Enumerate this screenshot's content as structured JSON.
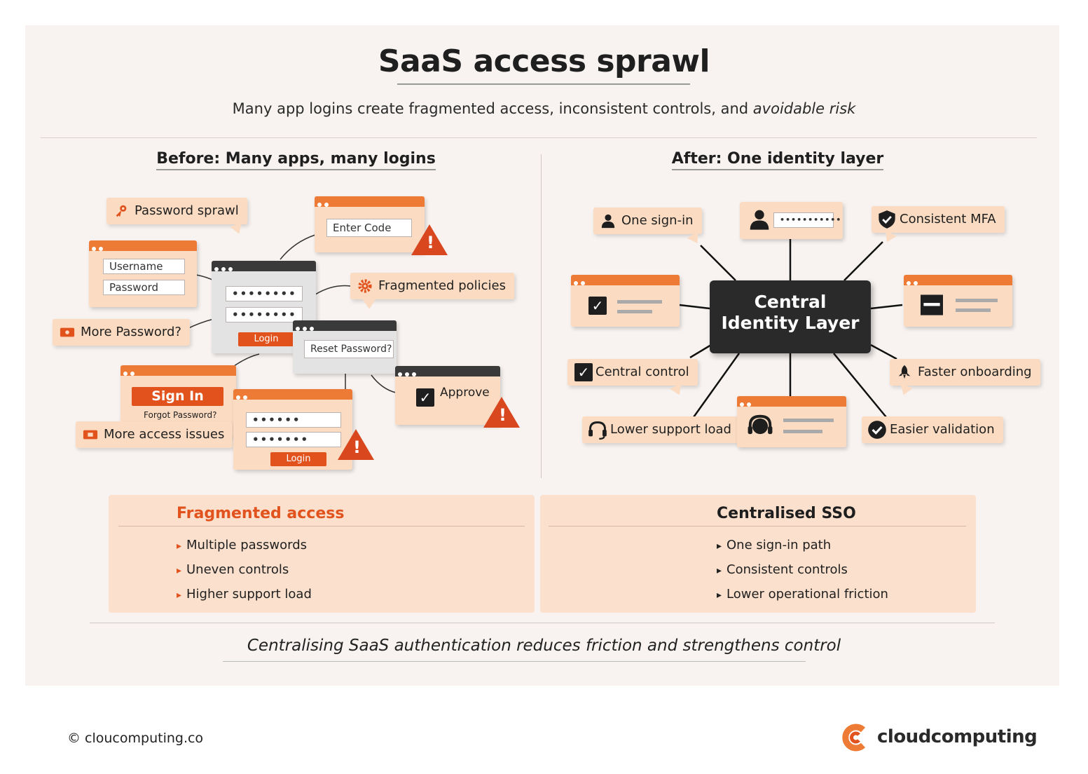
{
  "title": "SaaS access sprawl",
  "subtitle_main": "Many app logins create fragmented access, inconsistent controls, and",
  "subtitle_emphasis": "avoidable risk",
  "before": {
    "heading": "Before: Many apps, many logins",
    "tags": {
      "password_sprawl": "Password sprawl",
      "fragmented_policies": "Fragmented policies",
      "more_password": "More Password?",
      "more_access_issues": "More access issues"
    },
    "fields": {
      "username": "Username",
      "password": "Password",
      "enter_code": "Enter Code",
      "reset_password": "Reset Password?",
      "dots_long": "••••••••",
      "dots_short": "••••••",
      "dots_medium": "•••••••"
    },
    "buttons": {
      "login": "Login",
      "sign_in": "Sign In",
      "forgot_password": "Forgot Password?",
      "approve": "Approve"
    }
  },
  "after": {
    "heading": "After: One identity layer",
    "hub": {
      "line1": "Central",
      "line2": "Identity Layer"
    },
    "tags": {
      "one_sign_in": "One sign-in",
      "consistent_mfa": "Consistent MFA",
      "central_control": "Central control",
      "faster_onboarding": "Faster onboarding",
      "lower_support_load": "Lower support load",
      "easier_validation": "Easier validation"
    },
    "password_field": "•••••••••••"
  },
  "cards": {
    "left": {
      "title": "Fragmented access",
      "items": [
        "Multiple passwords",
        "Uneven controls",
        "Higher support load"
      ]
    },
    "right": {
      "title": "Centralised SSO",
      "items": [
        "One sign-in path",
        "Consistent controls",
        "Lower operational friction"
      ]
    }
  },
  "tagline": "Centralising SaaS authentication reduces friction and strengthens control",
  "footer": {
    "copyright": "© cloucomputing.co",
    "brand": "cloudcomputing"
  },
  "colors": {
    "accent_orange": "#e1521d",
    "window_bar_orange": "#ee7b35",
    "tag_peach": "#fbdcc2",
    "hub_dark": "#2a2a2a",
    "panel_bg": "#f8f3f1"
  }
}
